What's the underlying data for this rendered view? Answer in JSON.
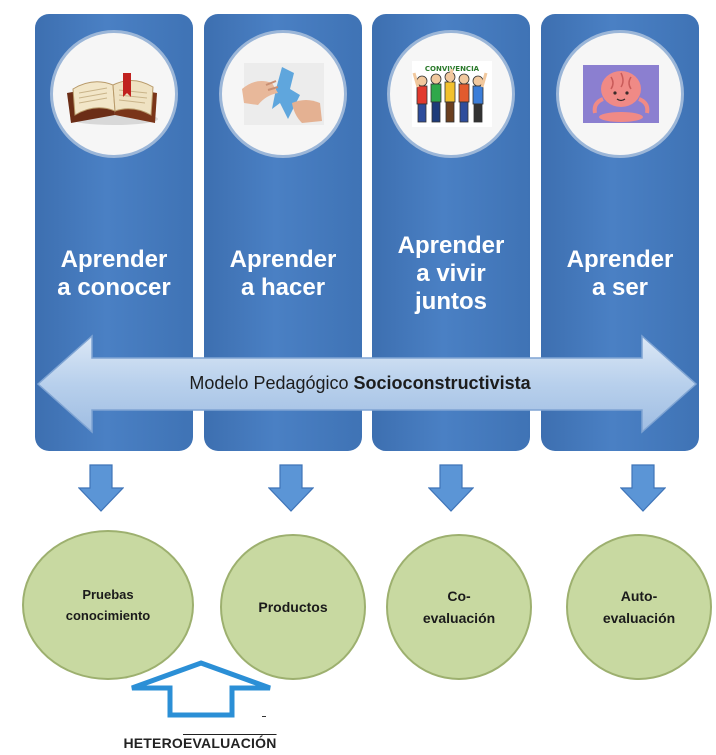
{
  "pillars": [
    {
      "title_line1": "Aprender",
      "title_line2": "a conocer",
      "title_line3": "",
      "image": "book-icon"
    },
    {
      "title_line1": "Aprender",
      "title_line2": "a hacer",
      "title_line3": "",
      "image": "hands-paper-icon"
    },
    {
      "title_line1": "Aprender",
      "title_line2": "a vivir",
      "title_line3": "juntos",
      "image": "group-people-icon"
    },
    {
      "title_line1": "Aprender",
      "title_line2": "a ser",
      "title_line3": "",
      "image": "meditating-brain-icon"
    }
  ],
  "convivencia_label": "CONVIVENCIA",
  "model": {
    "prefix": "Modelo Pedagógico",
    "emphasis": "Socioconstructivista"
  },
  "evaluations": [
    {
      "line1": "Pruebas",
      "line2": "conocimiento"
    },
    {
      "line1": "Productos",
      "line2": ""
    },
    {
      "line1": "Co-",
      "line2": "evaluación"
    },
    {
      "line1": "Auto-",
      "line2": "evaluación"
    }
  ],
  "hetero": {
    "part1": "HETERO",
    "part2": "EVALUACIÓN"
  },
  "colors": {
    "pillar": "#4a80c4",
    "arrow": "#b4cde9",
    "circle": "#c8d9a1",
    "down_arrow": "#5b95d6"
  }
}
